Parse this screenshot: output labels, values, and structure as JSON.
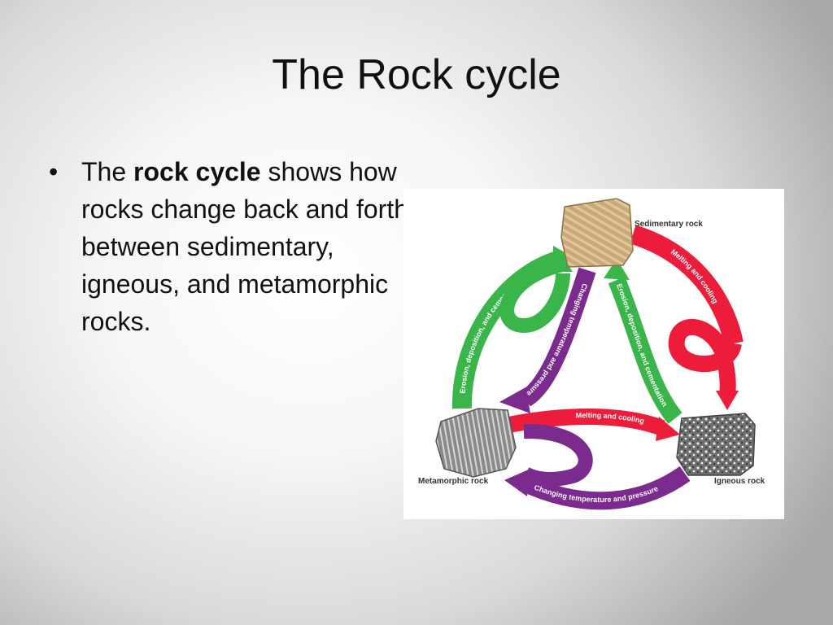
{
  "slide": {
    "title": "The Rock cycle",
    "bullet": {
      "marker": "•",
      "prefix": "The ",
      "bold": "rock cycle",
      "suffix": " shows how rocks change back and forth between sedimentary, igneous, and metamorphic rocks."
    }
  },
  "diagram": {
    "labels": {
      "sedimentary": "Sedimentary rock",
      "metamorphic": "Metamorphic rock",
      "igneous": "Igneous rock"
    },
    "arrows": {
      "left_green": "Erosion, deposition, and cementation",
      "center_green": "Erosion, deposition, and cementation",
      "center_purple": "Changing temperature and pressure",
      "top_right_red": "Melting and cooling",
      "middle_red": "Melting and cooling",
      "bottom_purple": "Changing temperature and pressure"
    },
    "colors": {
      "green": "#39b54a",
      "red": "#ed1c3a",
      "purple": "#7b2a8e",
      "sandstone": "#c9a978",
      "gneiss": "#8a8a8a",
      "granite": "#6e6e6e"
    }
  }
}
